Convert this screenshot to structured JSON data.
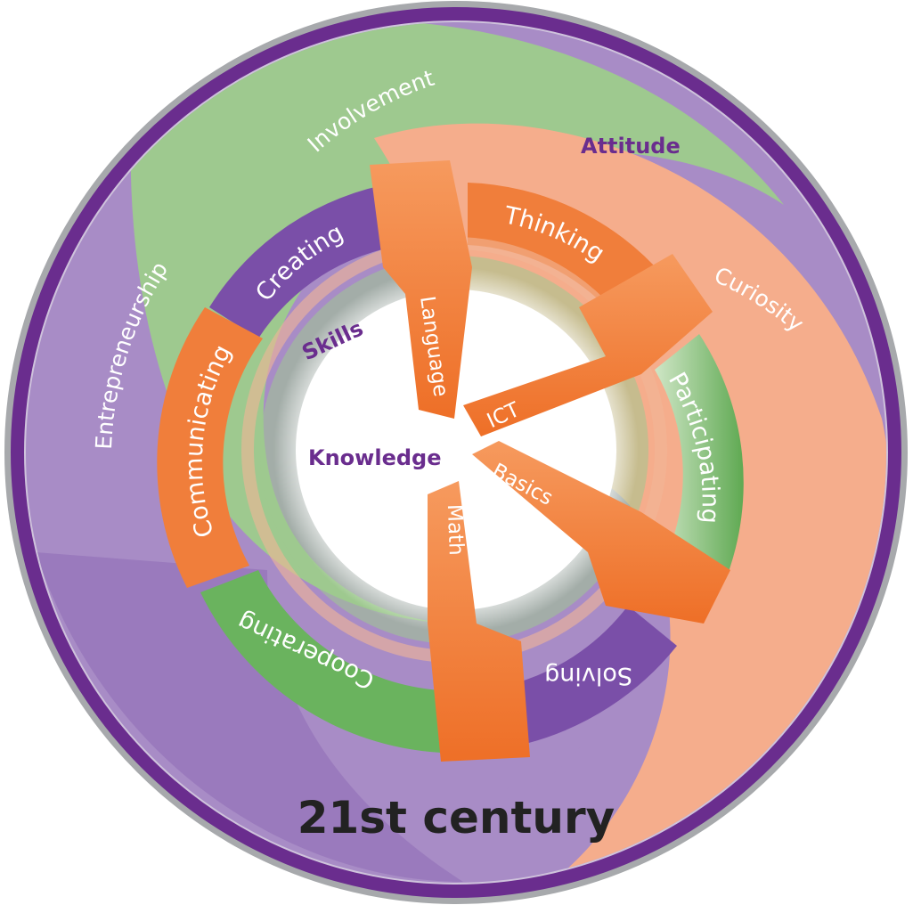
{
  "title": "21st century",
  "colors": {
    "outer_ring": "#6a2d8e",
    "outer_ring_edge": "#a7a9ac",
    "purple_field": "#a88cc6",
    "purple_dark": "#8f6bb5",
    "green_field": "#9ec98f",
    "salmon_field": "#f5ad8c",
    "ring_purple": "#7a4fa8",
    "ring_orange": "#f07e3b",
    "ring_green": "#6ab35e",
    "arrow_orange": "#f26a22",
    "arrow_orange_light": "#f58a44",
    "heading_purple": "#6a2d8e",
    "title_text": "#222222"
  },
  "attitude": {
    "heading": "Attitude",
    "items": [
      "Involvement",
      "Curiosity",
      "Entrepreneurship"
    ]
  },
  "skills": {
    "heading": "Skills",
    "items": [
      "Creating",
      "Thinking",
      "Participating",
      "Solving",
      "Cooperating",
      "Communicating"
    ]
  },
  "knowledge": {
    "heading": "Knowledge",
    "items": [
      "Language",
      "ICT",
      "Basics",
      "Math"
    ]
  }
}
